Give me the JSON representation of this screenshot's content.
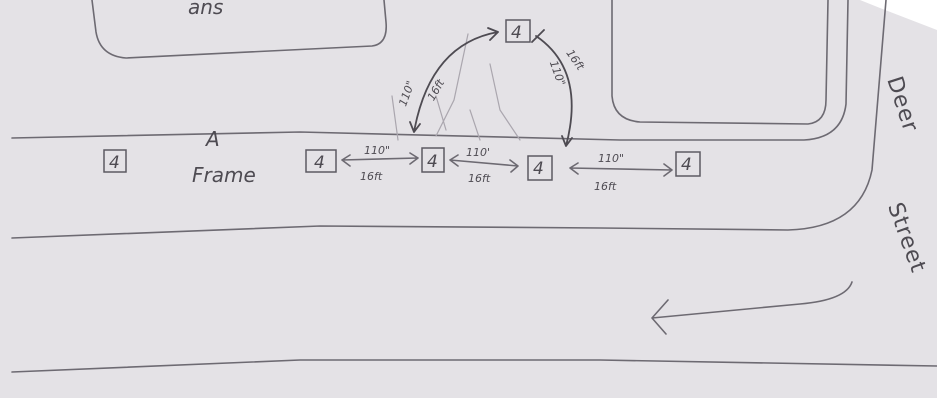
{
  "labels": {
    "a_frame_line1": "A",
    "a_frame_line2": "Frame",
    "street_name_line1": "Deer",
    "street_name_line2": "Street",
    "partial_top_text": "ans"
  },
  "nodes": [
    "4",
    "4",
    "4",
    "4",
    "4",
    "4"
  ],
  "dimensions": {
    "span_1_length": "110\"",
    "span_1_height": "16ft",
    "span_2_length": "110'",
    "span_2_height": "16ft",
    "span_3_length": "110\"",
    "span_3_height": "16ft",
    "arc_left_length": "110\"",
    "arc_left_height": "16ft",
    "arc_right_length": "110\"",
    "arc_right_height": "16ft"
  },
  "colors": {
    "paper": "#e4e2e6",
    "pencil": "#6d6a72",
    "pencil_dark": "#4e4b52"
  }
}
